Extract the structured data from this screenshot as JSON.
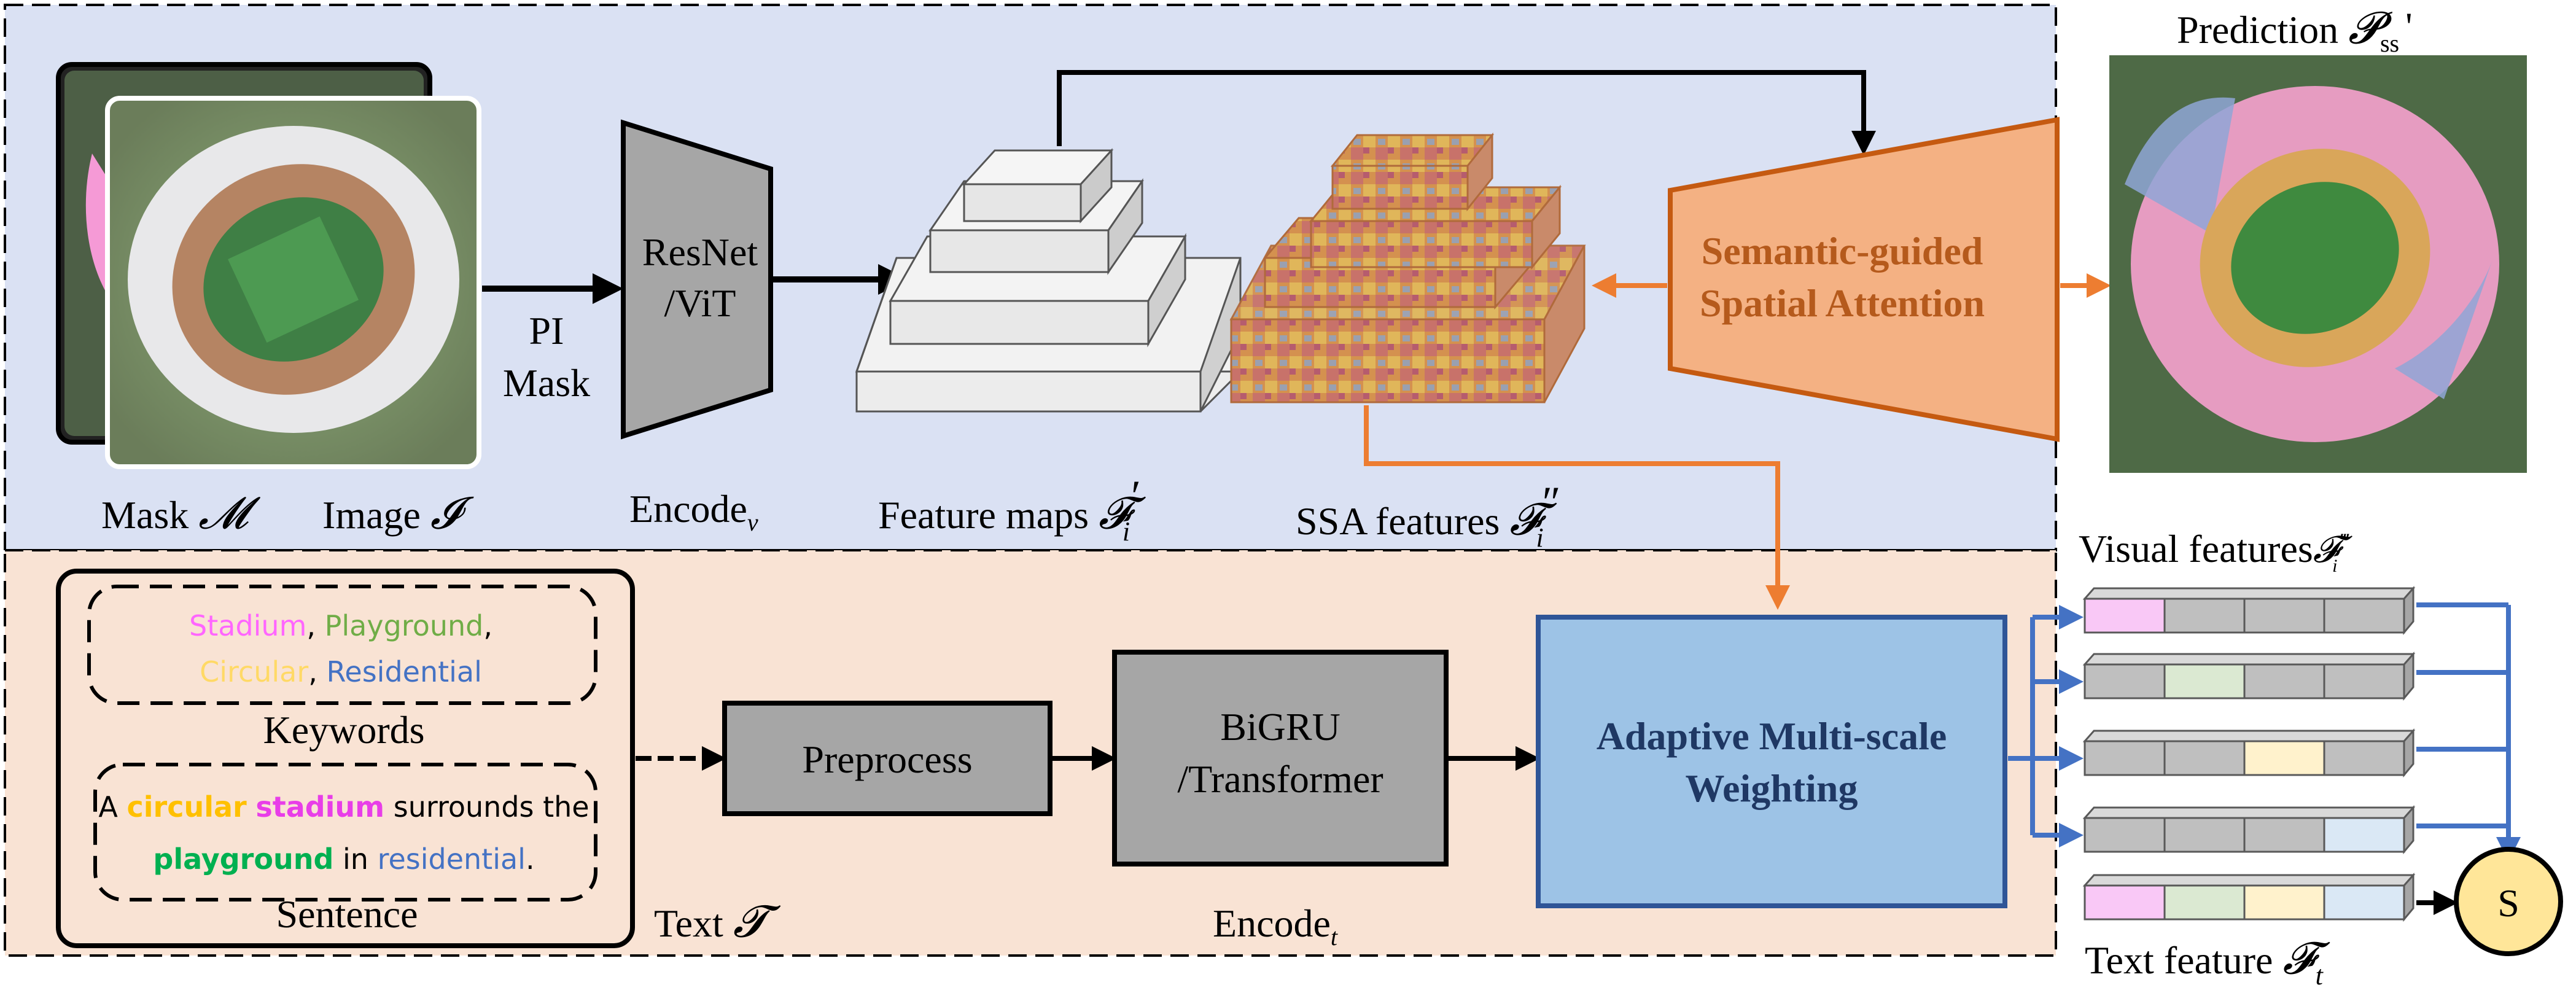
{
  "colors": {
    "top_panel_bg": "#dae1f3",
    "bottom_panel_bg": "#f9e3d4",
    "attention_fill": "#f4b183",
    "attention_stroke": "#c55a11",
    "attention_text": "#b55a1c",
    "weighting_fill": "#9dc3e6",
    "weighting_stroke": "#2f5597",
    "weighting_text": "#1f3864",
    "arrow_orange": "#ed7d31",
    "arrow_blue": "#4472c4",
    "gray_block": "#bfbfbf",
    "stadium_color": "#ff66ff",
    "playground_color": "#70ad47",
    "circular_color": "#ffd966",
    "residential_color": "#4472c4",
    "score_fill": "#ffe699"
  },
  "top": {
    "mask_label": "Mask",
    "mask_symbol": "𝓜",
    "image_label": "Image",
    "image_symbol": "𝓘",
    "pi_mask_line1": "PI",
    "pi_mask_line2": "Mask",
    "encoder_line1": "ResNet",
    "encoder_line2": "/ViT",
    "encode_v_label": "Encode",
    "encode_v_sub": "v",
    "feature_maps_label": "Feature maps",
    "feature_maps_symbol": "𝓕",
    "feature_maps_sub": "i",
    "feature_maps_prime": "′",
    "ssa_label": "SSA features",
    "ssa_symbol": "𝓕",
    "ssa_sub": "i",
    "ssa_prime": "″",
    "attention_line1": "Semantic-guided",
    "attention_line2": "Spatial Attention",
    "prediction_label": "Prediction",
    "prediction_symbol": "𝓟",
    "prediction_sub": "ss",
    "prediction_prime": "'"
  },
  "bottom": {
    "keywords_label": "Keywords",
    "keywords": [
      {
        "text": "Stadium",
        "color": "#ff66ff"
      },
      {
        "text": ", ",
        "color": "#000000"
      },
      {
        "text": "Playground",
        "color": "#70ad47"
      },
      {
        "text": ",",
        "color": "#000000"
      },
      {
        "text": "Circular",
        "color": "#ffd966"
      },
      {
        "text": ", ",
        "color": "#000000"
      },
      {
        "text": "Residential",
        "color": "#4472c4"
      }
    ],
    "sentence_label": "Sentence",
    "sentence_line1": [
      {
        "text": "A ",
        "color": "#000000"
      },
      {
        "text": "circular",
        "color": "#ffc000"
      },
      {
        "text": " ",
        "color": "#000000"
      },
      {
        "text": "stadium",
        "color": "#e83ee8"
      },
      {
        "text": " surrounds the",
        "color": "#000000"
      }
    ],
    "sentence_line2": [
      {
        "text": "playground",
        "color": "#00b050"
      },
      {
        "text": " in ",
        "color": "#000000"
      },
      {
        "text": "residential",
        "color": "#4472c4"
      },
      {
        "text": ".",
        "color": "#000000"
      }
    ],
    "text_label": "Text",
    "text_symbol": "𝓣",
    "preprocess_label": "Preprocess",
    "bigru_line1": "BiGRU",
    "bigru_line2": "/Transformer",
    "encode_t_label": "Encode",
    "encode_t_sub": "t",
    "weighting_line1": "Adaptive Multi-scale",
    "weighting_line2": "Weighting",
    "visual_features_label": "Visual features",
    "visual_features_symbol": "𝓕",
    "visual_features_sub": "i",
    "visual_features_prime": "‴",
    "text_feature_label": "Text feature",
    "text_feature_symbol": "𝓕",
    "text_feature_sub": "t",
    "score_label": "S"
  }
}
